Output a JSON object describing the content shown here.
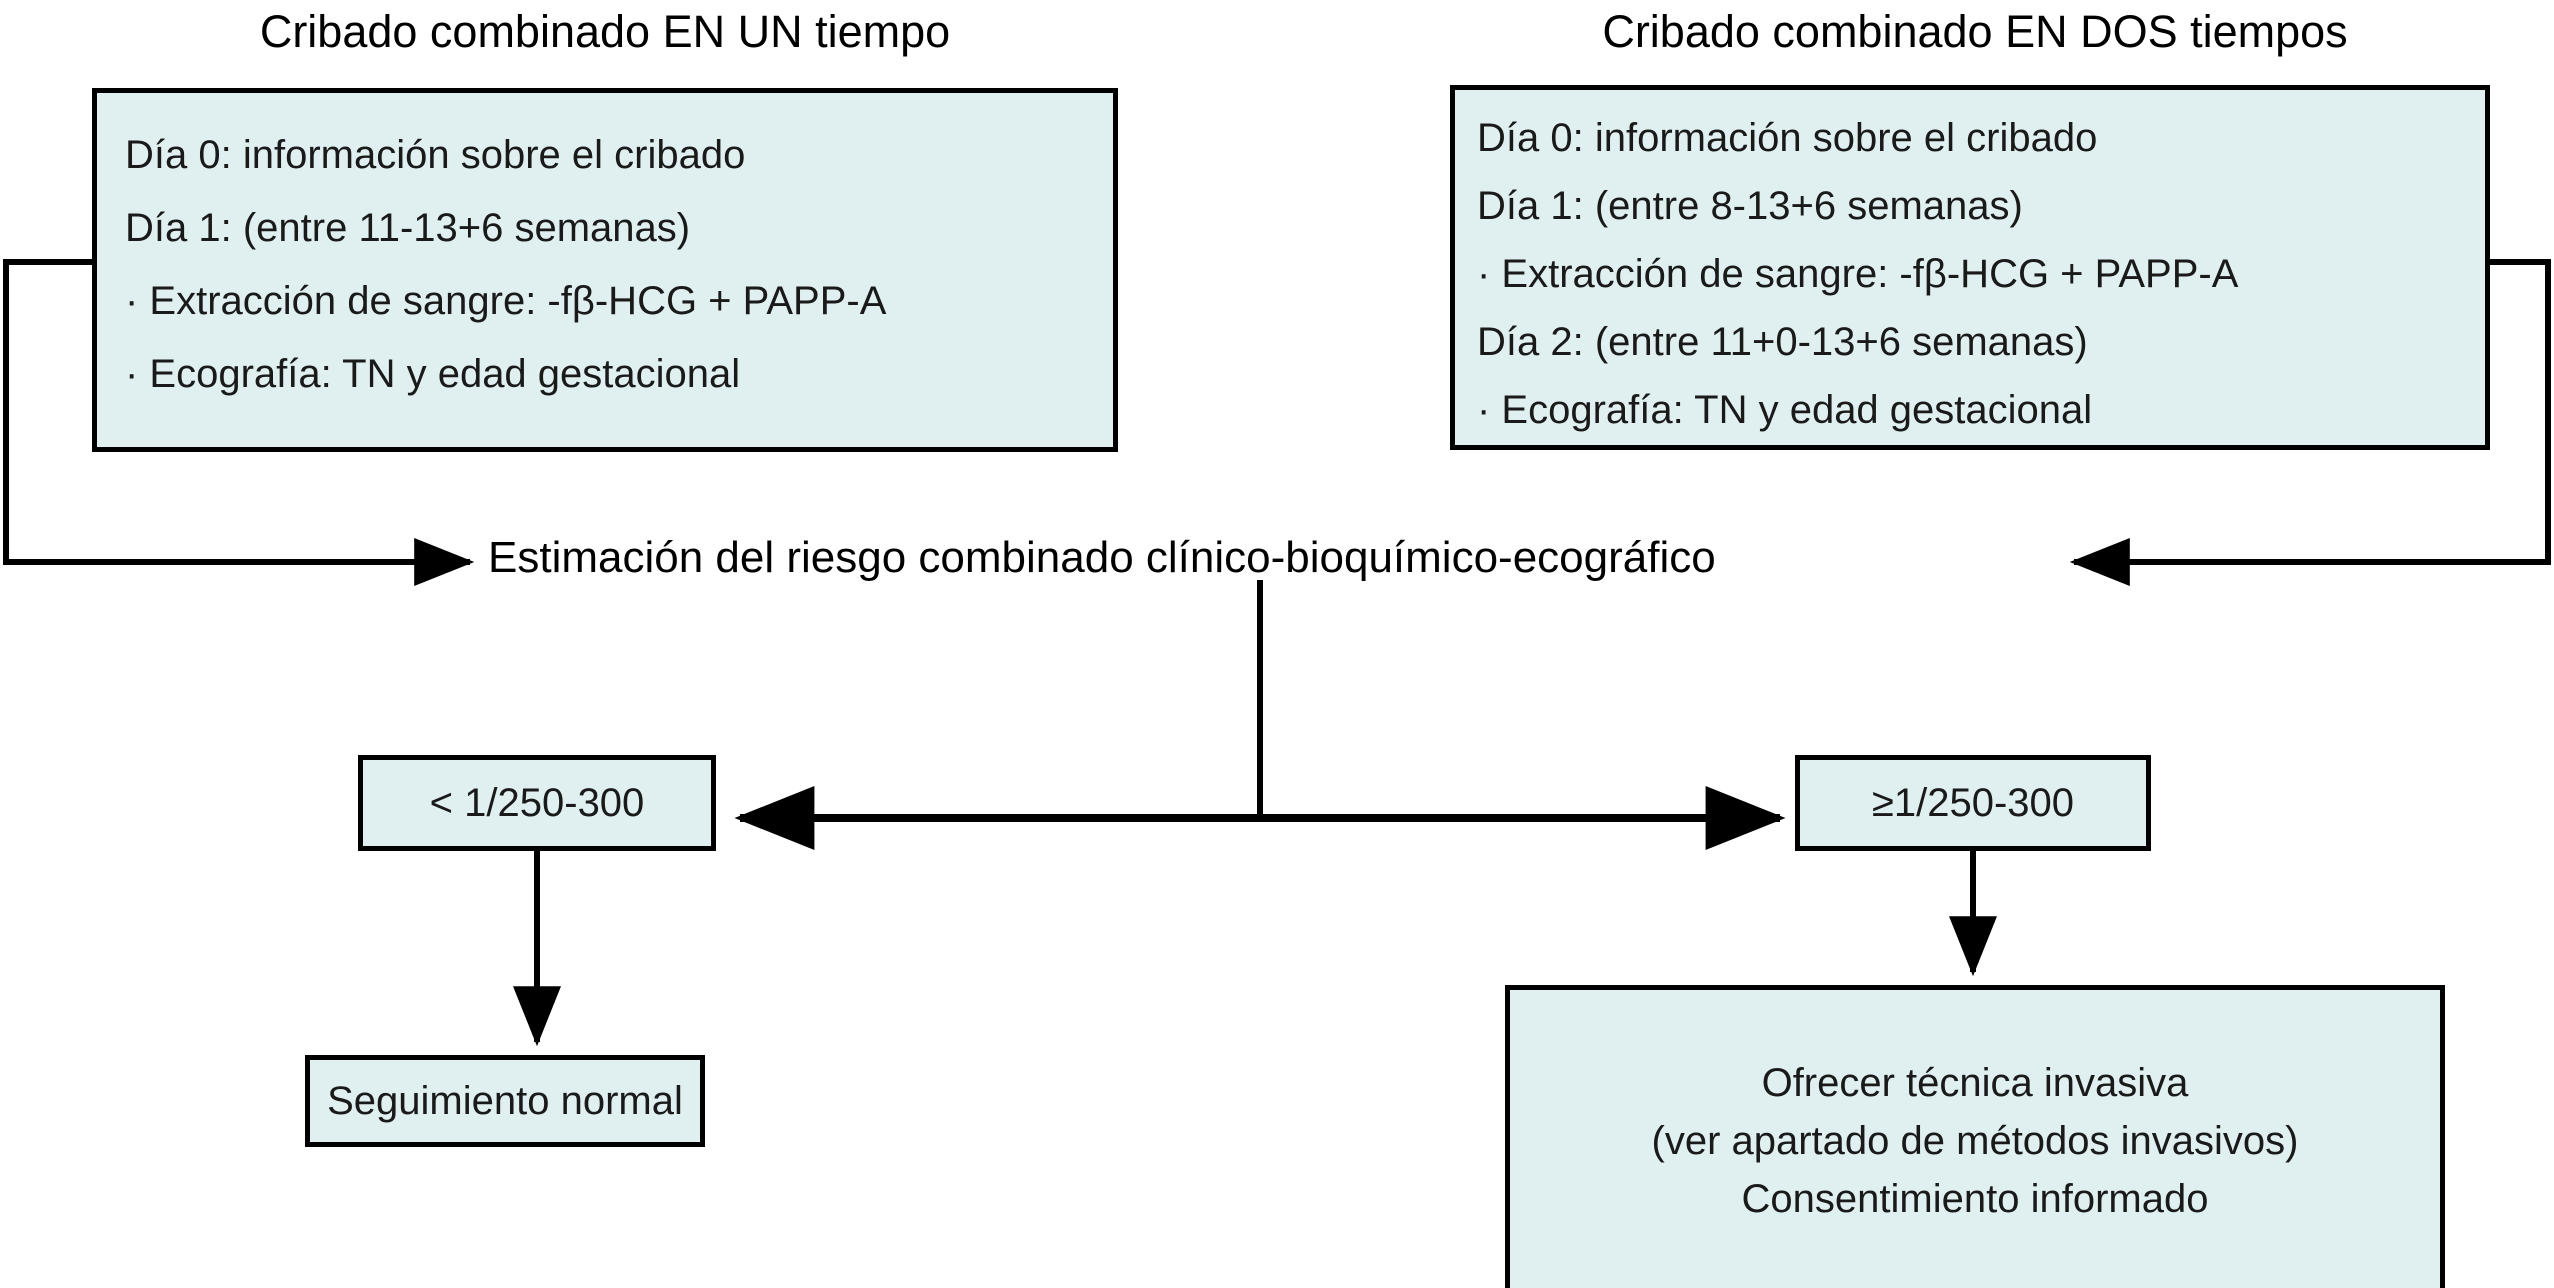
{
  "colors": {
    "box_fill": "#e0f0f0",
    "box_border": "#000000",
    "connector": "#000000",
    "text": "#1a1a1a"
  },
  "columns": {
    "left": {
      "title": "Cribado combinado EN UN tiempo",
      "steps": [
        "Día 0: información sobre el cribado",
        "Día 1: (entre 11-13+6 semanas)",
        "· Extracción de sangre: -fβ-HCG + PAPP-A",
        "· Ecografía: TN y edad gestacional"
      ]
    },
    "right": {
      "title": "Cribado combinado EN DOS tiempos",
      "steps": [
        "Día 0: información sobre el cribado",
        "Día 1: (entre 8-13+6 semanas)",
        "· Extracción de sangre: -fβ-HCG + PAPP-A",
        "Día 2: (entre 11+0-13+6 semanas)",
        "· Ecografía: TN y edad gestacional"
      ]
    }
  },
  "risk_estimation": {
    "label": "Estimación del riesgo combinado clínico-bioquímico-ecográfico"
  },
  "thresholds": {
    "low": "< 1/250-300",
    "high": "≥1/250-300"
  },
  "outcomes": {
    "low_risk": {
      "lines": [
        "Seguimiento normal"
      ]
    },
    "high_risk": {
      "lines": [
        "Ofrecer técnica invasiva",
        "(ver apartado de métodos invasivos)",
        "Consentimiento informado"
      ]
    }
  }
}
